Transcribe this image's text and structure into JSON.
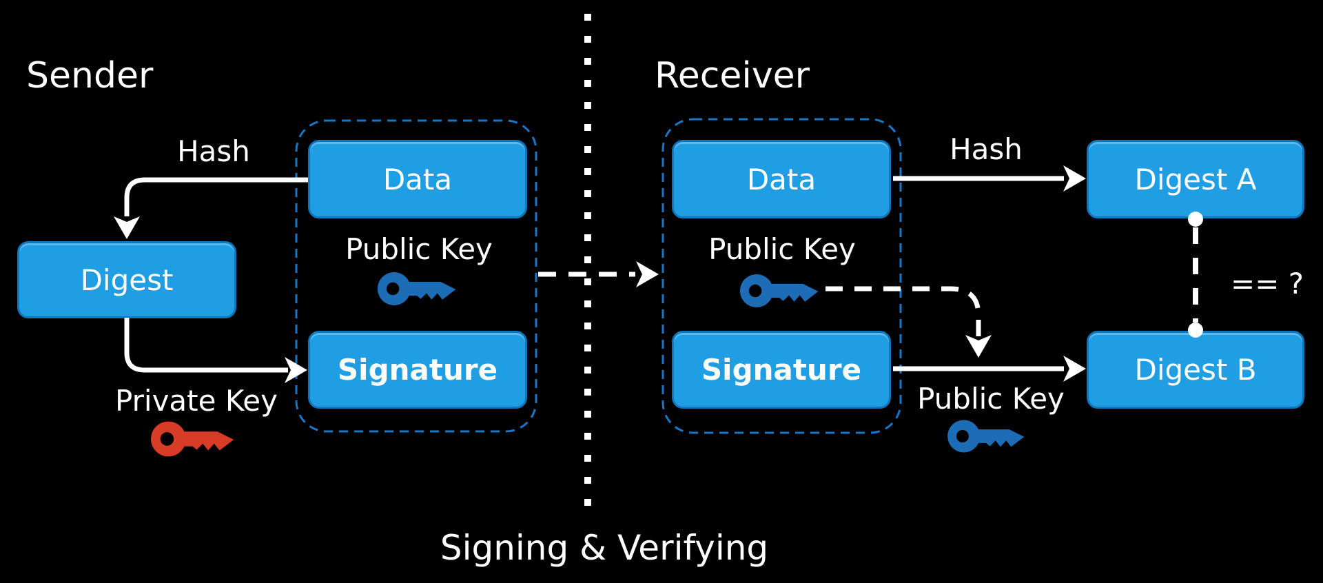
{
  "diagram": {
    "title": "Signing & Verifying",
    "sender": {
      "section_label": "Sender",
      "hash_label": "Hash",
      "data_box": "Data",
      "digest_box": "Digest",
      "public_key_label": "Public Key",
      "signature_box": "Signature",
      "private_key_label": "Private Key"
    },
    "receiver": {
      "section_label": "Receiver",
      "hash_label": "Hash",
      "data_box": "Data",
      "public_key_label": "Public Key",
      "signature_box": "Signature",
      "digest_a_box": "Digest A",
      "digest_b_box": "Digest B",
      "verify_public_key_label": "Public Key",
      "comparison_label": "== ?"
    },
    "icons": {
      "sender_public_key": "key-icon",
      "sender_private_key": "key-icon",
      "receiver_public_key": "key-icon",
      "verify_public_key": "key-icon"
    },
    "colors": {
      "background": "#000000",
      "box_fill": "#1f9ee3",
      "box_border": "#0f76bd",
      "box_text": "#ffffff",
      "group_outline": "#1878c8",
      "key_blue": "#1d6db6",
      "key_red": "#d63c26",
      "connector_white": "#ffffff"
    }
  }
}
